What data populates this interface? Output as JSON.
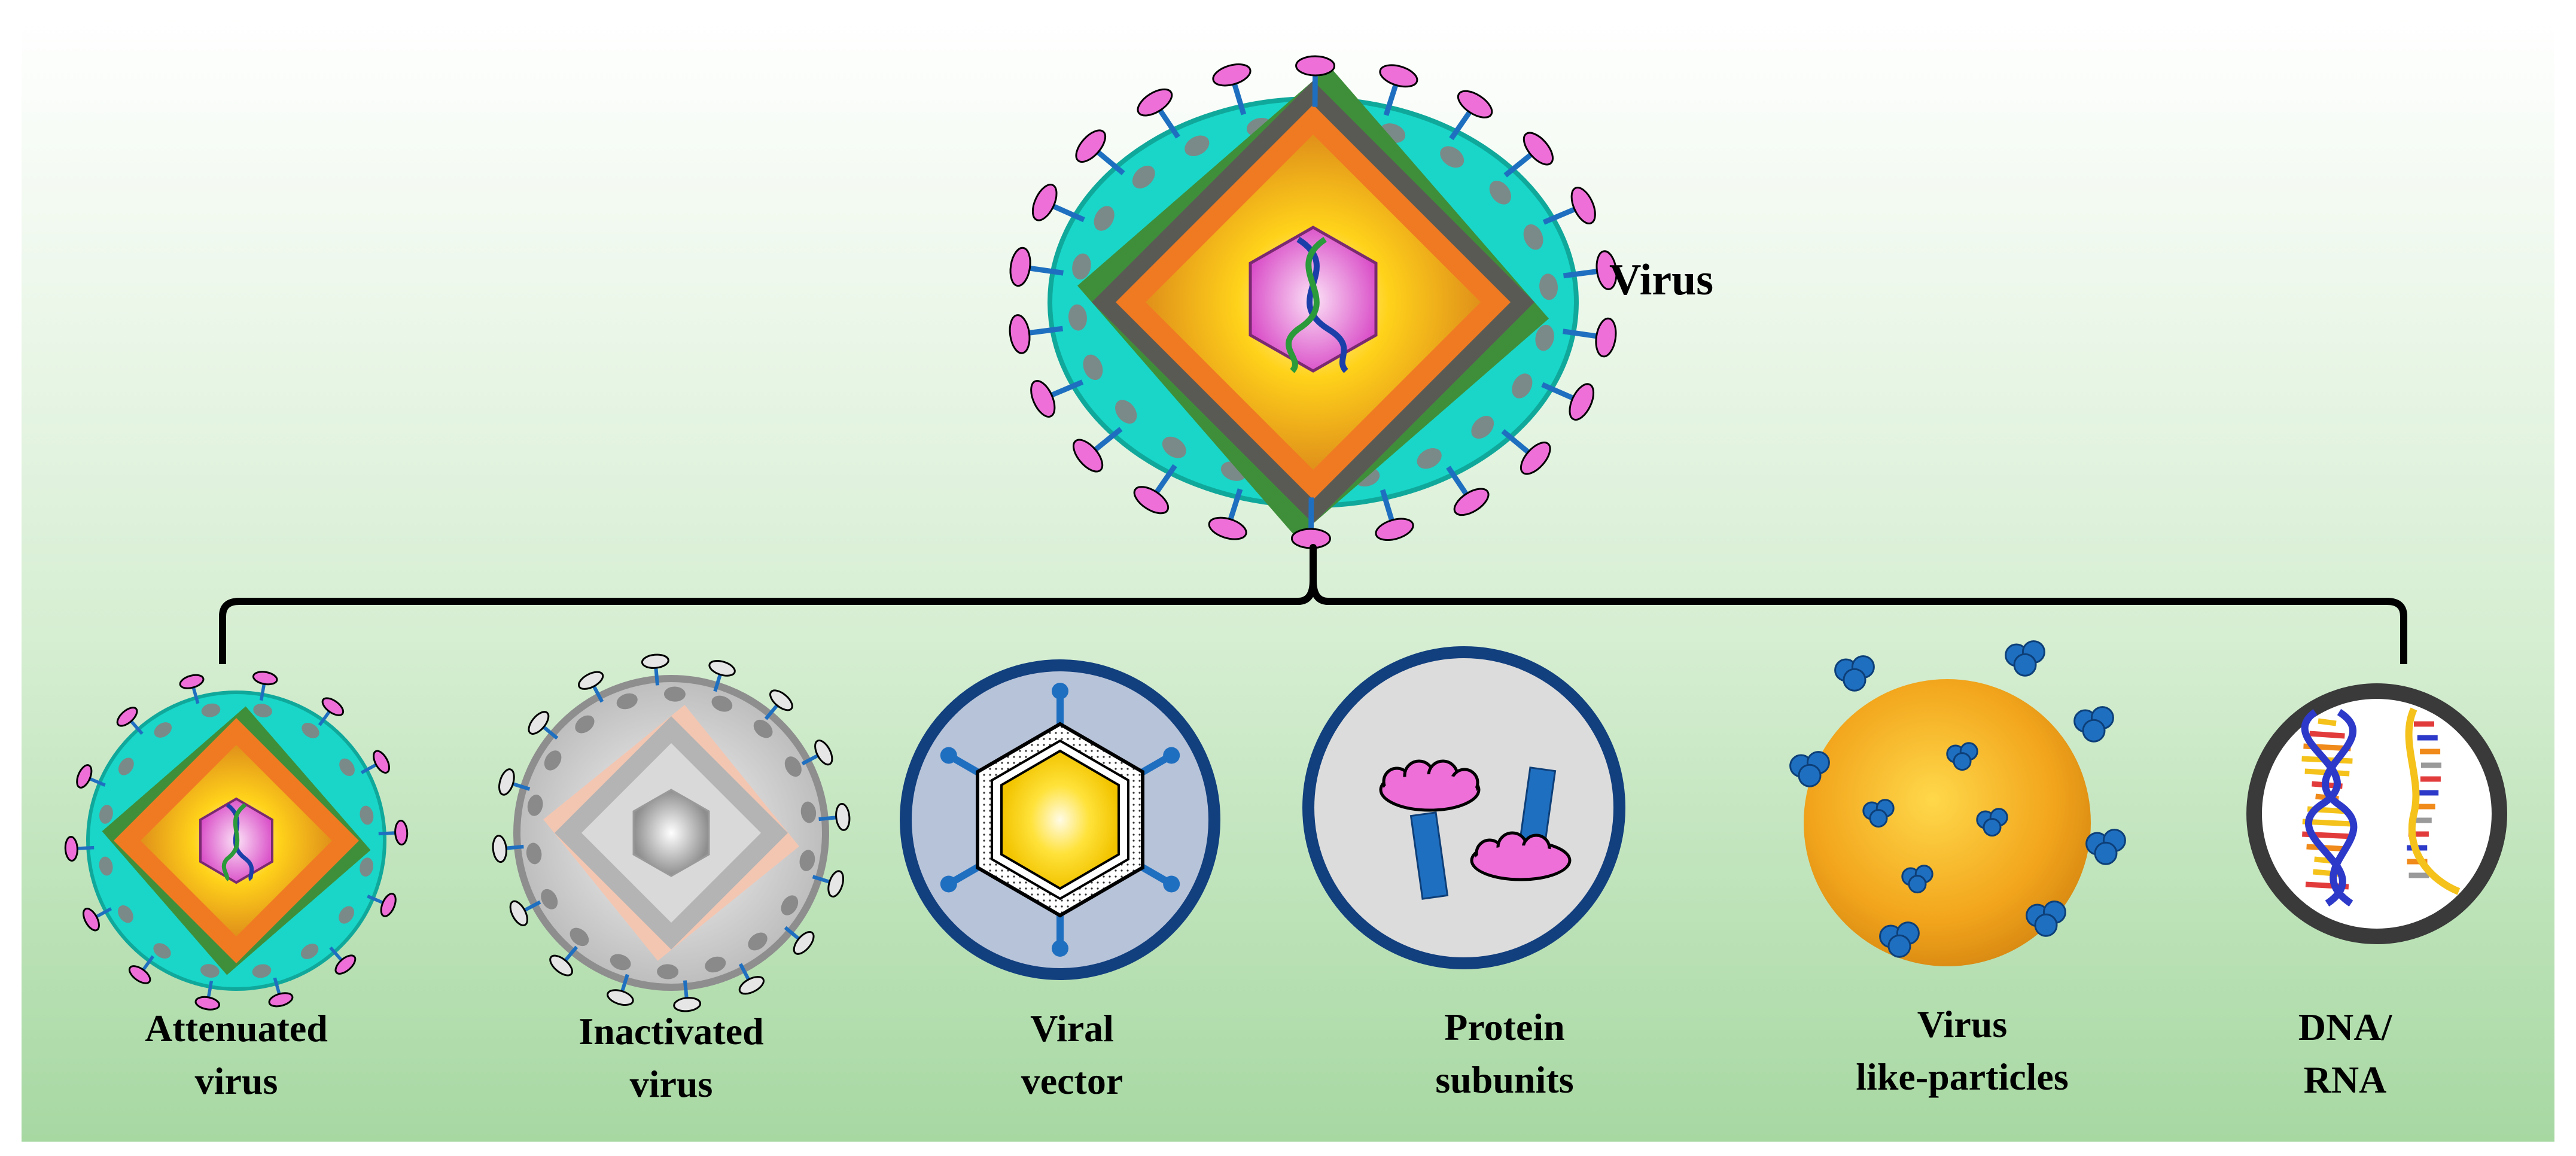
{
  "title": "Virus",
  "types": [
    {
      "line1": "Attenuated",
      "line2": "virus"
    },
    {
      "line1": "Inactivated",
      "line2": "virus"
    },
    {
      "line1": "Viral",
      "line2": "vector"
    },
    {
      "line1": "Protein",
      "line2": "subunits"
    },
    {
      "line1": "Virus",
      "line2": "like-particles"
    },
    {
      "line1": "DNA/",
      "line2": "RNA"
    }
  ],
  "colors": {
    "envelope": "#19d6c8",
    "spike_head": "#ee6fd8",
    "spike_stem": "#1f6fc0",
    "capsid_orange": "#f07a22",
    "core_yellow": "#ffd21a",
    "core_pink": "#e64fd2",
    "navy_ring": "#123f7e",
    "vlp_orange": "#f0a21a",
    "background_top": "#ffffff",
    "background_bottom": "#a9d9a4"
  }
}
